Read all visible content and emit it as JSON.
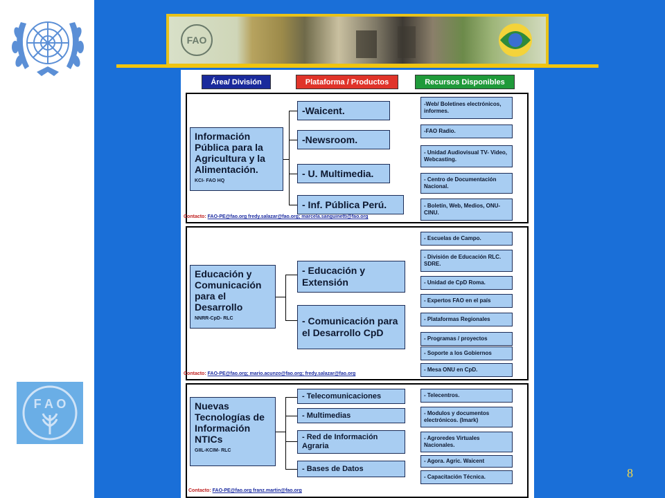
{
  "headers": {
    "area": "Área/ División",
    "plataforma": "Plataforma / Productos",
    "recursos": "Recursos Disponibles"
  },
  "colors": {
    "area_header": "#1a2a9c",
    "plataforma_header": "#e0342a",
    "recursos_header": "#1f9a3a",
    "box_fill": "#a8cdf2",
    "background": "#1a6fd8"
  },
  "sections": [
    {
      "area_title": "Información Pública para la Agricultura y la Alimentación.",
      "area_sub": "KCI- FAO HQ",
      "plataformas": [
        "-Waicent.",
        "-Newsroom.",
        "- U. Multimedia.",
        "- Inf. Pública Perú."
      ],
      "recursos": [
        "-Web/ Boletines electrónicos, informes.",
        "-FAO Radio.",
        "- Unidad Audiovisual TV- Video, Webcasting.",
        "- Centro de Documentación Nacional.",
        "- Boletín, Web, Medios, ONU- CINU."
      ],
      "contact_label": "Contacto:",
      "contact_emails": "FAO-PE@fao.org fredy.salazar@fao.org; marcela.sanguinetti@fao.org"
    },
    {
      "area_title": "Educación y Comunicación para el Desarrollo",
      "area_sub": "NNRR-CpD- RLC",
      "plataformas": [
        "- Educación y Extensión",
        "- Comunicación para el Desarrollo CpD"
      ],
      "recursos": [
        "- Escuelas de Campo.",
        "- División de Educación RLC. SDRE.",
        "- Unidad de CpD Roma.",
        "- Expertos FAO en el país",
        "- Plataformas Regionales",
        "- Programas / proyectos",
        "- Soporte a los Gobiernos",
        "- Mesa ONU en CpD."
      ],
      "contact_label": "Contacto:",
      "contact_emails": "FAO-PE@fao.org; mario.acunzo@fao.org; fredy.salazar@fao.org"
    },
    {
      "area_title": "Nuevas Tecnologías de Información NTICs",
      "area_sub": "GIIL-KCIM- RLC",
      "plataformas": [
        "- Telecomunicaciones",
        "- Multimedias",
        "- Red de Información Agraria",
        "- Bases de Datos"
      ],
      "recursos": [
        "- Telecentros.",
        "- Modulos y documentos electrónicos. (Imark)",
        "- Agroredes Virtuales Nacionales.",
        "- Agora. Agric. Waicent",
        "- Capacitación Técnica."
      ],
      "contact_label": "Contacto:",
      "contact_emails": "FAO-PE@fao.org franz.martin@fao.org"
    }
  ],
  "page_number": "8",
  "icons": {
    "un_logo": "un-emblem-icon",
    "fao_logo": "fao-logo-icon"
  }
}
